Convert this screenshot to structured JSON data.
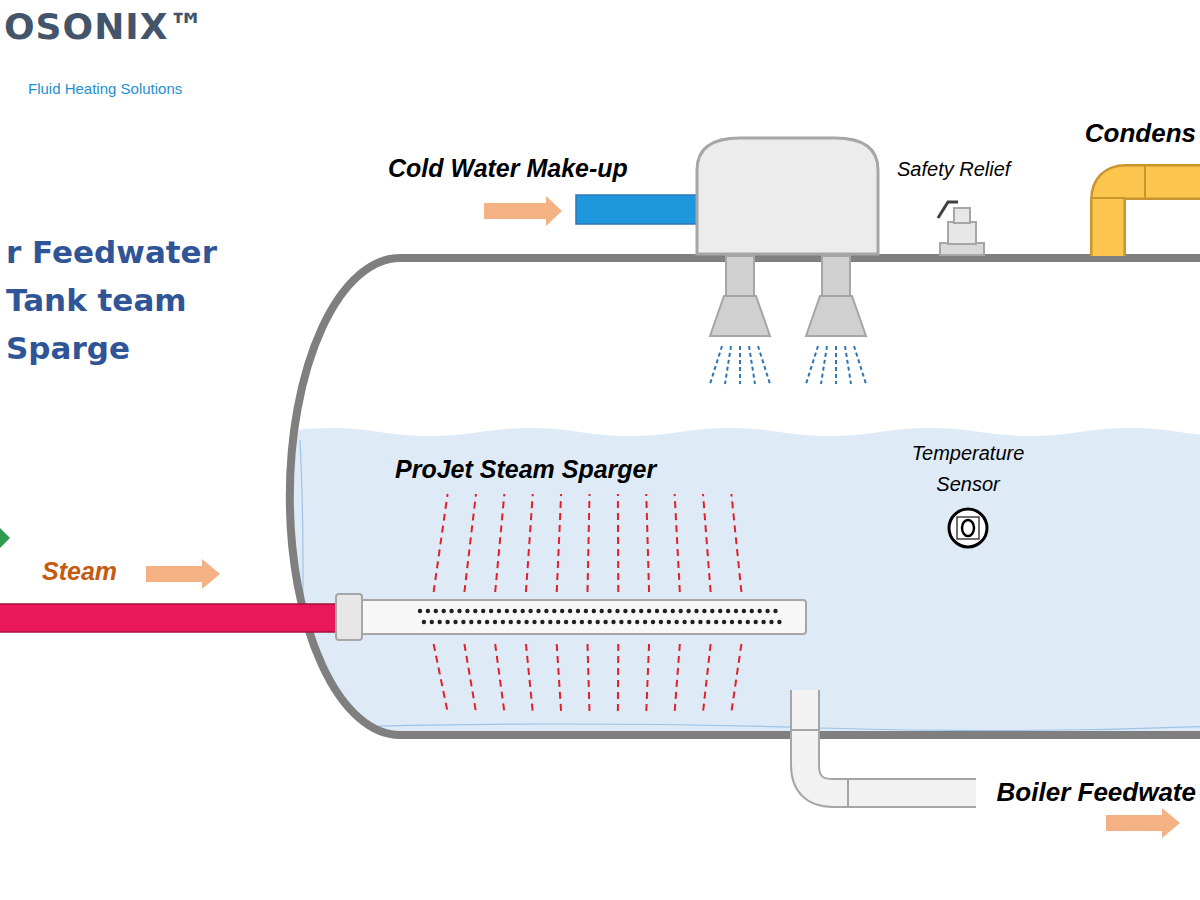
{
  "diagram": {
    "title": "r Feedwater Tank team Sparge",
    "labels": [
      "OSONIX™",
      "Fluid Heating Solutions",
      "Cold Water Make-up",
      "Safety Relief",
      "Condens",
      "ProJet Steam Sparger",
      "Temperature Sensor",
      "Steam",
      "Boiler Feedwate"
    ]
  }
}
